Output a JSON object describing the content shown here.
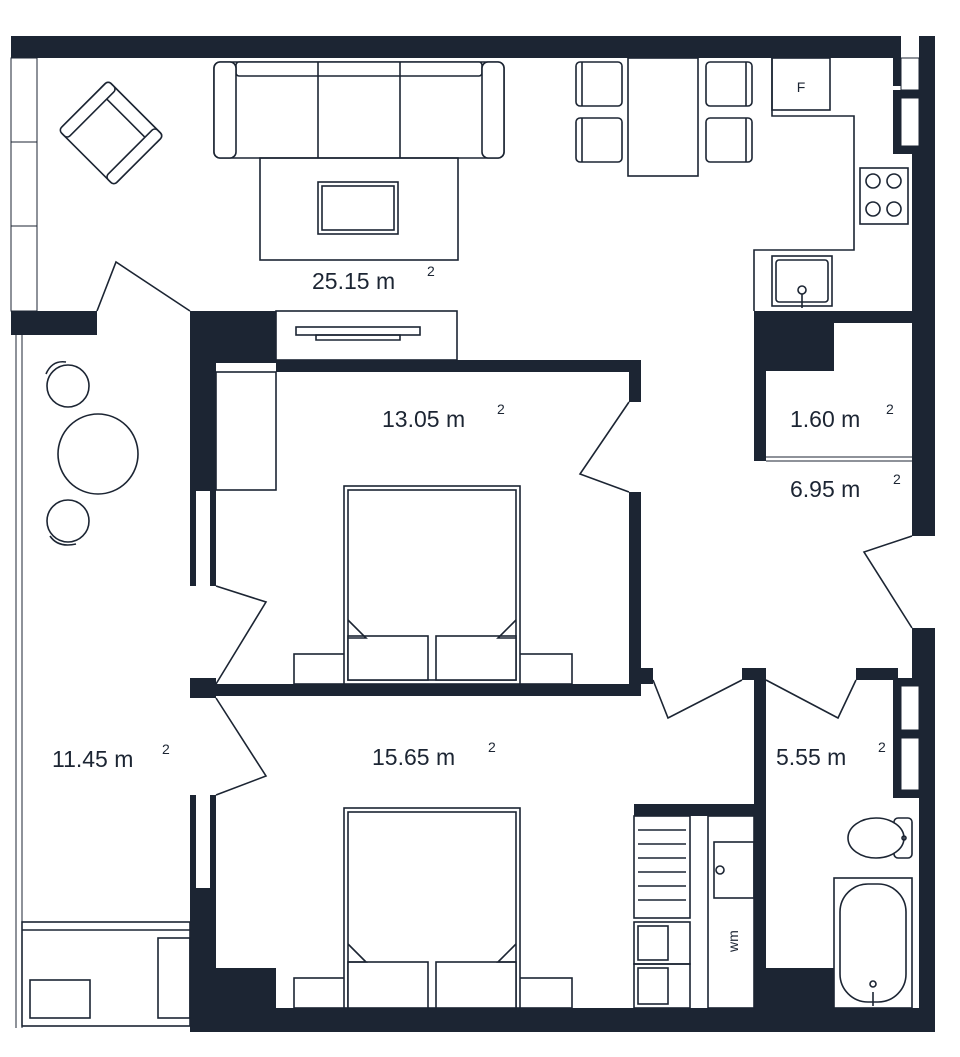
{
  "rooms": [
    {
      "id": "living",
      "area": "25.15 m",
      "sup": "2"
    },
    {
      "id": "bed1",
      "area": "13.05 m",
      "sup": "2"
    },
    {
      "id": "storage",
      "area": "1.60 m",
      "sup": "2"
    },
    {
      "id": "hall",
      "area": "6.95 m",
      "sup": "2"
    },
    {
      "id": "balcony",
      "area": "11.45 m",
      "sup": "2"
    },
    {
      "id": "bed2",
      "area": "15.65 m",
      "sup": "2"
    },
    {
      "id": "bath",
      "area": "5.55 m",
      "sup": "2"
    }
  ],
  "fixtures": {
    "fridge_label": "F",
    "washer_label": "wm"
  },
  "colors": {
    "wall": "#1c2533",
    "background": "#ffffff"
  }
}
